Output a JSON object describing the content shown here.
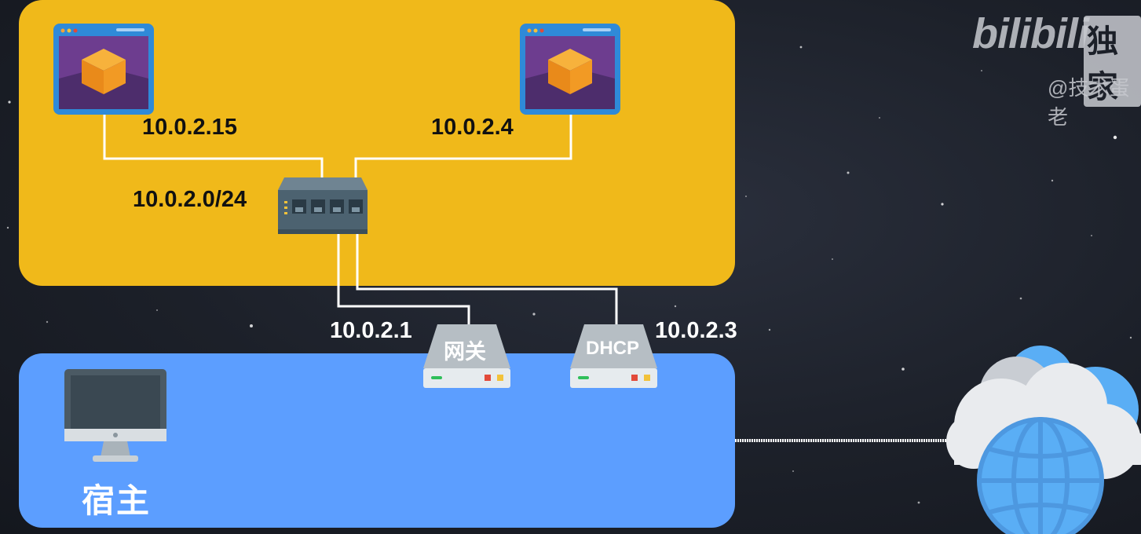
{
  "vm_network": {
    "vm1_ip": "10.0.2.15",
    "vm2_ip": "10.0.2.4",
    "subnet": "10.0.2.0/24"
  },
  "gateway": {
    "label": "网关",
    "ip": "10.0.2.1"
  },
  "dhcp": {
    "label": "DHCP",
    "ip": "10.0.2.3"
  },
  "host": {
    "label": "宿主"
  },
  "watermark": {
    "logo": "bilibili",
    "badge": "独家",
    "author": "@技术蛋老"
  },
  "colors": {
    "vm_panel": "#f0b91a",
    "host_panel": "#5c9eff",
    "background": "#1c2029",
    "link": "#ffffff",
    "cloud": "#e8e8ea",
    "globe": "#5aa7f5"
  },
  "icons": [
    "virtual-machine-icon",
    "network-switch-icon",
    "server-icon",
    "monitor-icon",
    "cloud-globe-icon"
  ]
}
